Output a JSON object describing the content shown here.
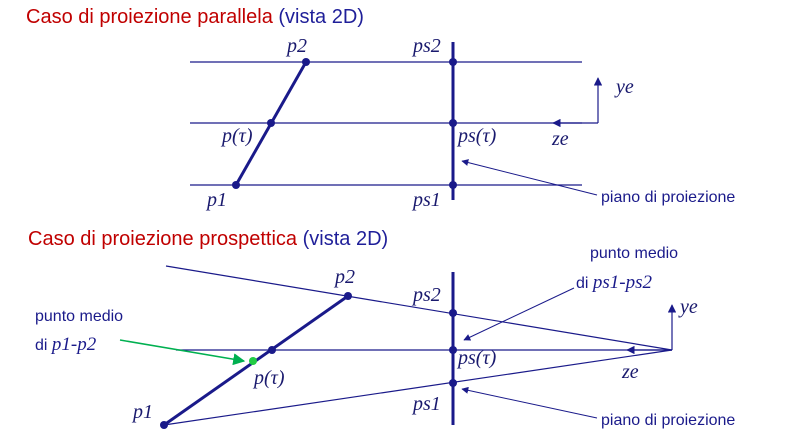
{
  "colors": {
    "title_red": "#c00000",
    "title_blue": "#1f1f99",
    "line_navy": "#1a1a8a",
    "dot_navy": "#1a1a8a",
    "midpoint_green": "#22cc44",
    "arrow_green": "#00b050"
  },
  "parallel": {
    "title_main": "Caso di proiezione parallela",
    "title_view": "(vista 2D)",
    "labels": {
      "p2": "p2",
      "ps2": "ps2",
      "ptau": "p(τ)",
      "pstau": "ps(τ)",
      "p1": "p1",
      "ps1": "ps1",
      "ye": "ye",
      "ze": "ze"
    },
    "plane_label": "piano di proiezione"
  },
  "perspective": {
    "title_main": "Caso di proiezione prospettica",
    "title_view": "(vista 2D)",
    "labels": {
      "p2": "p2",
      "ps2": "ps2",
      "ptau": "p(τ)",
      "pstau": "ps(τ)",
      "p1": "p1",
      "ps1": "ps1",
      "ye": "ye",
      "ze": "ze"
    },
    "midpoint_ps_line1": "punto medio",
    "midpoint_ps_line2_prefix": "di ",
    "midpoint_ps_line2_math": "ps1-ps2",
    "midpoint_p_line1": "punto medio",
    "midpoint_p_line2_prefix": "di ",
    "midpoint_p_line2_math": "p1-p2",
    "plane_label": "piano di proiezione"
  }
}
